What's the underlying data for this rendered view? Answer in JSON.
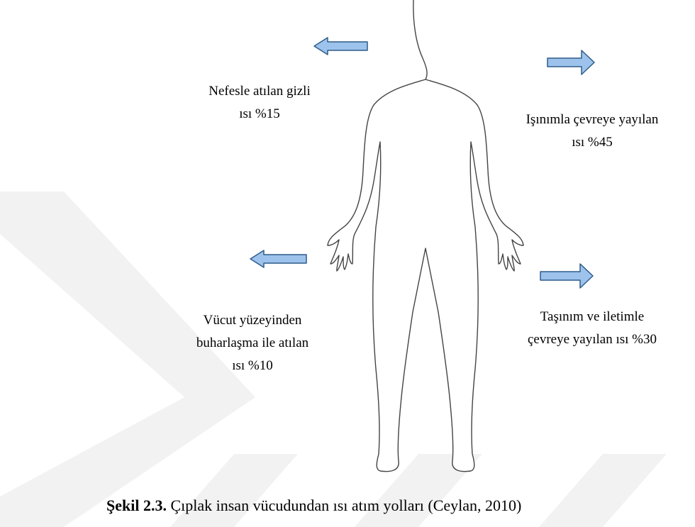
{
  "labels": {
    "breath": {
      "line1": "Nefesle atılan gizli",
      "line2": "ısı  %15"
    },
    "radiation": {
      "line1": "Işınımla çevreye yayılan",
      "line2": "ısı %45"
    },
    "evaporation": {
      "line1": "Vücut yüzeyinden",
      "line2": "buharlaşma ile atılan",
      "line3": "ısı %10"
    },
    "convection": {
      "line1": "Taşınım ve iletimle",
      "line2": "çevreye yayılan ısı %30"
    }
  },
  "caption": {
    "number": "Şekil 2.3.",
    "text": " Çıplak insan vücudundan ısı atım yolları (Ceylan, 2010)"
  },
  "colors": {
    "arrow_fill": "#9dc3ec",
    "arrow_stroke": "#2e5c8a",
    "watermark": "#f1f1f1"
  },
  "icons": {
    "figure": "human-body-outline-icon",
    "arrow_left": "arrow-left-icon",
    "arrow_right": "arrow-right-icon"
  }
}
